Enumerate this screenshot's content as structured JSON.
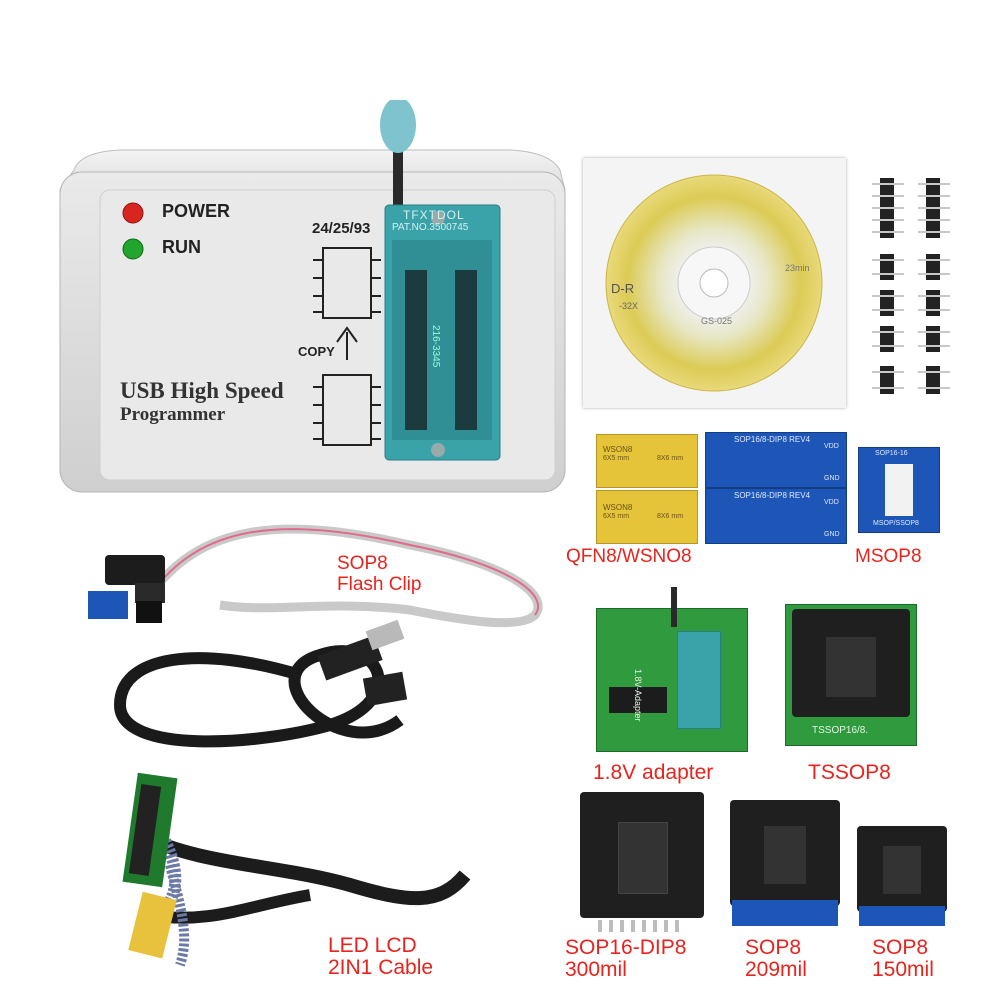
{
  "programmer": {
    "power_label": "POWER",
    "run_label": "RUN",
    "chip_label": "24/25/93",
    "copy_label": "COPY",
    "title_line1": "USB  High Speed",
    "title_line2": "Programmer",
    "socket_brand": "TFXTDOL",
    "socket_patent": "PAT.NO.3500745",
    "socket_model": "216-3345",
    "led_colors": {
      "power": "#d8251f",
      "run": "#22a52d"
    }
  },
  "cd": {
    "disc_text": "D-R",
    "disc_code": "GS-025",
    "disc_min": "23min",
    "disc_speed": "-32X"
  },
  "adapters": {
    "wson_label": "WSON8",
    "wson_size_a": "6X5 mm",
    "wson_size_b": "8X6 mm",
    "sop_dip_label": "SOP16/8-DIP8 REV4",
    "msop_label": "SOP16-16",
    "msop_bottom": "MSOP/SSOP8",
    "vdd": "VDD",
    "gnd": "GND",
    "pcb_color": "#1e56b8",
    "gold_color": "#e6c43a"
  },
  "labels": {
    "flash_clip_1": "SOP8",
    "flash_clip_2": "Flash Clip",
    "qfn": "QFN8/WSNO8",
    "msop": "MSOP8",
    "adapter_18v": "1.8V adapter",
    "tssop": "TSSOP8",
    "sop16_1": "SOP16-DIP8",
    "sop16_2": "300mil",
    "sop209_1": "SOP8",
    "sop209_2": "209mil",
    "sop150_1": "SOP8",
    "sop150_2": "150mil",
    "led_1": "LED LCD",
    "led_2": "2IN1 Cable"
  },
  "tssop_socket_text": "TSSOP16/8.",
  "adapter18_text": "1.8V-Adapter"
}
